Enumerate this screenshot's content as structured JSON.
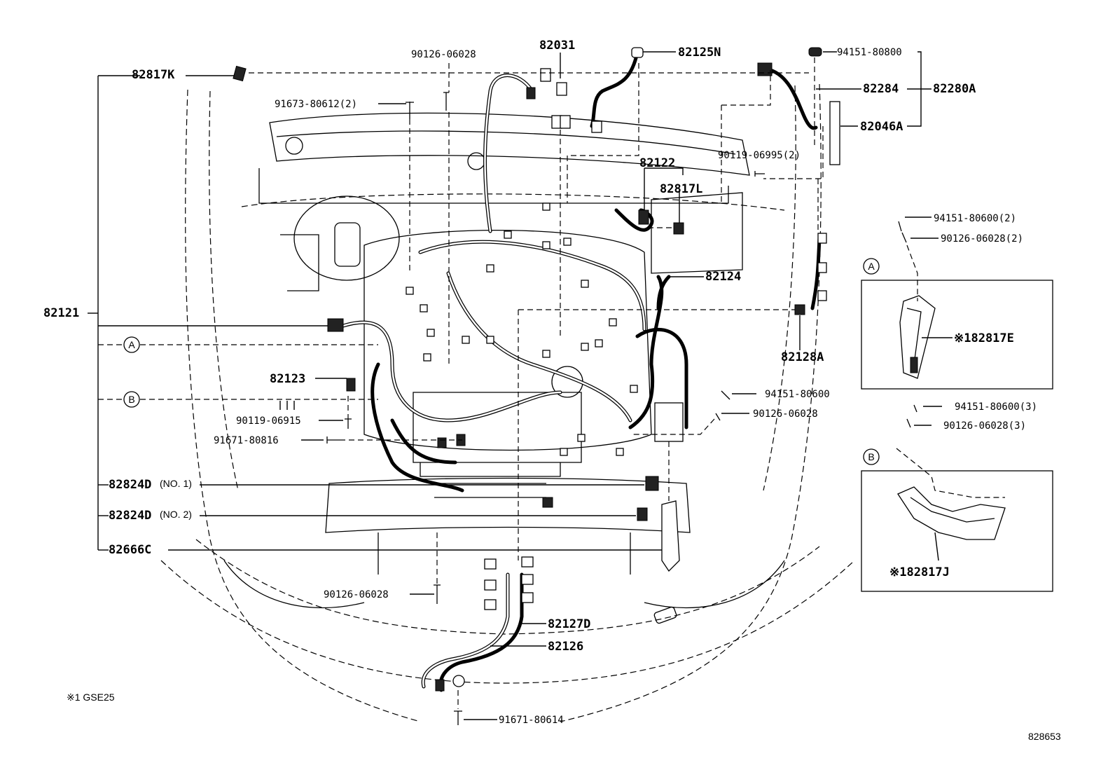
{
  "diagram": {
    "drawing_number": "828653",
    "footnote": "※1 GSE25"
  },
  "callouts": {
    "c82817K": "82817K",
    "c90126_top": "90126-06028",
    "c82031": "82031",
    "c82125N": "82125N",
    "c94151_80800": "94151-80800",
    "c82284": "82284",
    "c82280A": "82280A",
    "c82046A": "82046A",
    "c91673": "91673-80612(2)",
    "c90119_06995": "90119-06995(2)",
    "c82122": "82122",
    "c82817L": "82817L",
    "c82124": "82124",
    "c82121": "82121",
    "c82128A": "82128A",
    "c82123": "82123",
    "c90119_06915": "90119-06915",
    "c91671_80816": "91671-80816",
    "c94151_80600": "94151-80600",
    "c90126_right": "90126-06028",
    "c82824D_1": "82824D",
    "c82824D_1_sub": "(NO. 1)",
    "c82824D_2": "82824D",
    "c82824D_2_sub": "(NO. 2)",
    "c82666C": "82666C",
    "c90126_bottom": "90126-06028",
    "c82127D": "82127D",
    "c82126": "82126",
    "c91671_80614": "91671-80614"
  },
  "inset_a": {
    "marker": "A",
    "clip": "94151-80600(2)",
    "stud": "90126-06028(2)",
    "part": "※182817E"
  },
  "inset_b": {
    "marker": "B",
    "clip": "94151-80600(3)",
    "stud": "90126-06028(3)",
    "part": "※182817J"
  },
  "ref_markers": {
    "left_a": "A",
    "left_b": "B"
  }
}
